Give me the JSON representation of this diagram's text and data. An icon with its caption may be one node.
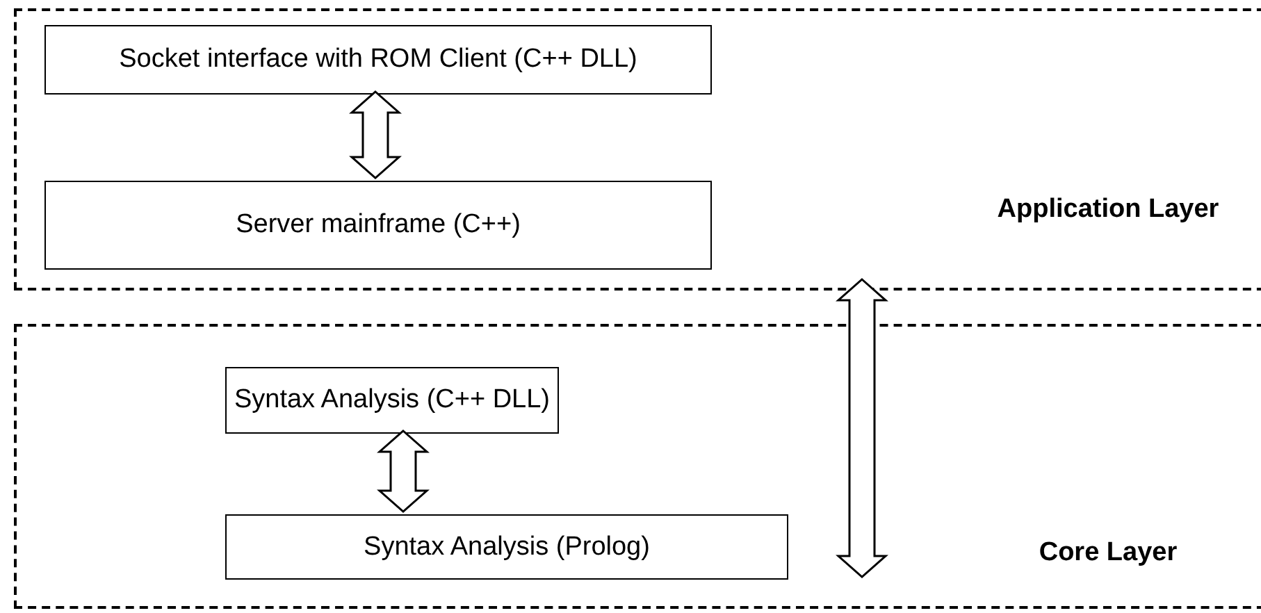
{
  "diagram": {
    "nodes": [
      {
        "text": [
          "Application Layer"
        ]
      },
      {
        "text": [
          "Socket interface with ROM Client (C++ DLL)"
        ],
        "in": 0
      },
      {
        "text": [
          "Server mainframe (C++)"
        ],
        "in": 0
      },
      {
        "text": [
          "Core Layer"
        ]
      },
      {
        "text": [
          "Syntax Analysis (C++ DLL)"
        ],
        "in": 3
      },
      {
        "text": [
          "Syntax Analysis (Prolog)"
        ],
        "in": 3
      }
    ],
    "edges": [
      {
        "from": 1,
        "to": 2,
        "arrow": "both"
      },
      {
        "from": 4,
        "to": 5,
        "arrow": "both"
      },
      {
        "from": 0,
        "to": 3,
        "arrow": "both"
      }
    ]
  }
}
